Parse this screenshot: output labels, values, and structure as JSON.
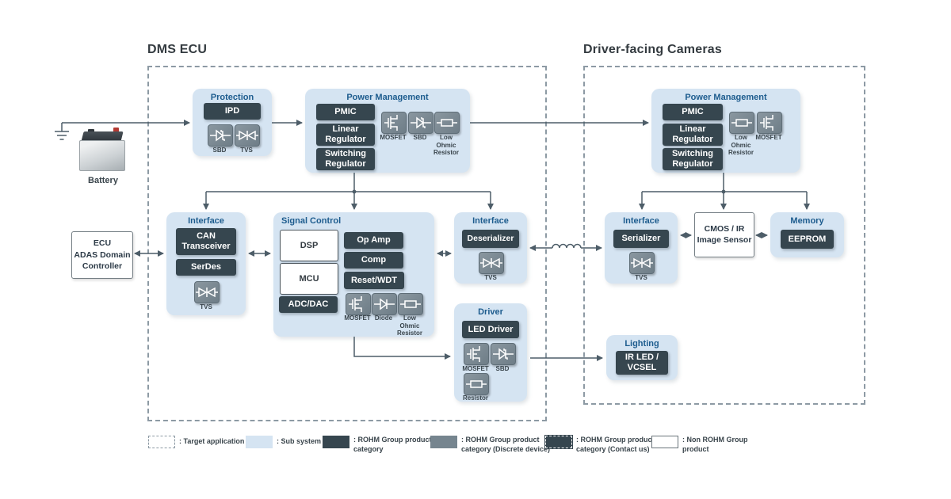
{
  "page": {
    "dms_title": "DMS ECU",
    "cameras_title": "Driver-facing Cameras"
  },
  "battery": {
    "label": "Battery"
  },
  "ecu": {
    "line1": "ECU",
    "line2": "ADAS Domain Controller"
  },
  "protection": {
    "title": "Protection",
    "ipd": "IPD",
    "sbd_caption": "SBD",
    "tvs_caption": "TVS"
  },
  "pm_left": {
    "title": "Power Management",
    "pmic": "PMIC",
    "linear_regulator": "Linear Regulator",
    "switching_regulator": "Switching Regulator",
    "mosfet_caption": "MOSFET",
    "sbd_caption": "SBD",
    "low_ohmic_caption": "Low Ohmic Resistor"
  },
  "iface_can": {
    "title": "Interface",
    "can_transceiver": "CAN Transceiver",
    "serdes": "SerDes",
    "tvs_caption": "TVS"
  },
  "signal": {
    "title": "Signal Control",
    "dsp": "DSP",
    "mcu": "MCU",
    "adc_dac": "ADC/DAC",
    "op_amp": "Op Amp",
    "comp": "Comp",
    "reset_wdt": "Reset/WDT",
    "mosfet_caption": "MOSFET",
    "diode_caption": "Diode",
    "low_ohmic_caption": "Low Ohmic Resistor"
  },
  "iface_deser": {
    "title": "Interface",
    "deserializer": "Deserializer",
    "tvs_caption": "TVS"
  },
  "driver": {
    "title": "Driver",
    "led_driver": "LED Driver",
    "mosfet_caption": "MOSFET",
    "sbd_caption": "SBD",
    "resistor_caption": "Resistor"
  },
  "pm_right": {
    "title": "Power Management",
    "pmic": "PMIC",
    "linear_regulator": "Linear Regulator",
    "switching_regulator": "Switching Regulator",
    "low_ohmic_caption": "Low Ohmic Resistor",
    "mosfet_caption": "MOSFET"
  },
  "iface_ser": {
    "title": "Interface",
    "serializer": "Serializer",
    "tvs_caption": "TVS"
  },
  "cmos": {
    "line1": "CMOS / IR",
    "line2": "Image Sensor"
  },
  "memory": {
    "title": "Memory",
    "eeprom": "EEPROM"
  },
  "lighting": {
    "title": "Lighting",
    "ir_led_vcsel": "IR LED / VCSEL"
  },
  "legend": {
    "target": ": Target application",
    "sub": ": Sub system",
    "rohm": ": ROHM Group product category",
    "discrete": ": ROHM Group product category (Discrete device)",
    "contact": ": ROHM Group product category (Contact us)",
    "non_rohm": ": Non ROHM Group product"
  },
  "colors": {
    "subsystem_fill": "#d5e4f2",
    "rohm_product": "#36464f",
    "discrete_product": "#76858f",
    "group_title_blue": "#1d5c8e",
    "wire": "#4d5d68",
    "dashed_border": "#8d9aa4"
  }
}
